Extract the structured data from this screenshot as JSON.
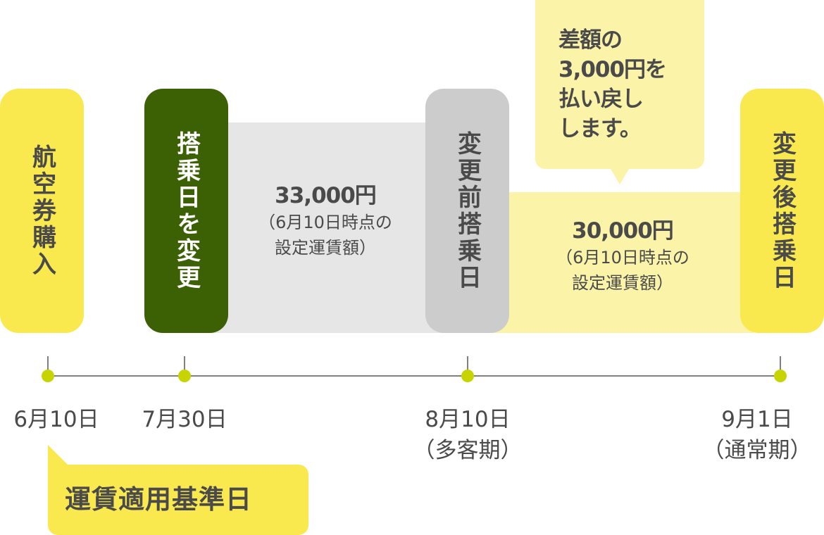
{
  "colors": {
    "yellow": "#f9e94e",
    "light_yellow": "#faf3a8",
    "dark_green": "#3c6105",
    "gray_card": "#cccccc",
    "gray_band": "#e6e6e6",
    "dot": "#c8d400",
    "axis": "#808080",
    "text": "#4a4a4a"
  },
  "cards": {
    "purchase": "航空券購入",
    "change_date": "搭乗日を変更",
    "before_date": "変更前搭乗日",
    "after_date": "変更後搭乗日"
  },
  "fares": {
    "before": {
      "amount": "33,000円",
      "note_line1": "（6月10日時点の",
      "note_line2": "設定運賃額）"
    },
    "after": {
      "amount": "30,000円",
      "note_line1": "（6月10日時点の",
      "note_line2": "設定運賃額）"
    }
  },
  "refund_callout": {
    "text": "差額の\n3,000円を\n払い戻し\nします。"
  },
  "timeline": {
    "points": [
      {
        "date": "6月10日",
        "sub": ""
      },
      {
        "date": "7月30日",
        "sub": ""
      },
      {
        "date": "8月10日",
        "sub": "（多客期）"
      },
      {
        "date": "9月1日",
        "sub": "（通常期）"
      }
    ]
  },
  "basis_callout": {
    "label": "運賃適用基準日"
  }
}
